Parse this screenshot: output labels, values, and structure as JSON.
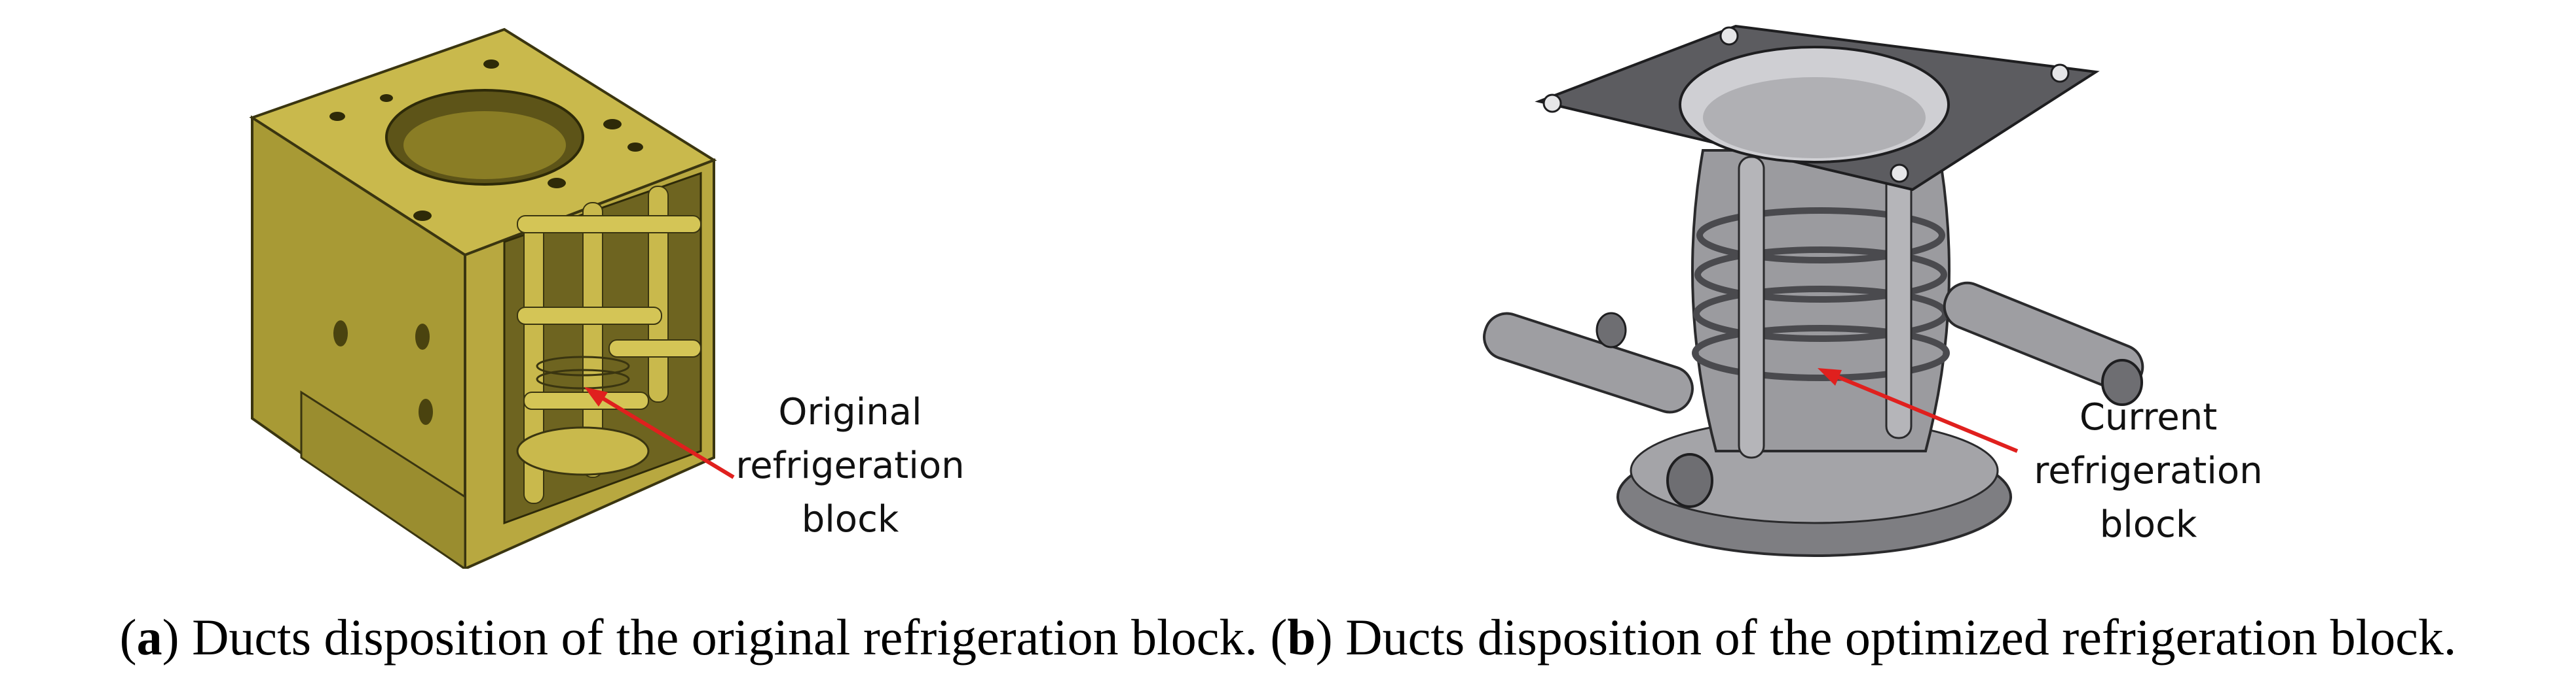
{
  "figure": {
    "panel_a": {
      "annotation": [
        "Original",
        "refrigeration",
        "block"
      ],
      "caption_letter": "a",
      "caption_text": " Ducts disposition of the original refrigeration block."
    },
    "panel_b": {
      "annotation": [
        "Current",
        "refrigeration",
        "block"
      ],
      "caption_letter": "b",
      "caption_text": " Ducts disposition of the optimized refrigeration block."
    }
  },
  "colors": {
    "block_a": "#b7a63f",
    "block_b": "#8f8f93",
    "arrow": "#e0201e"
  }
}
